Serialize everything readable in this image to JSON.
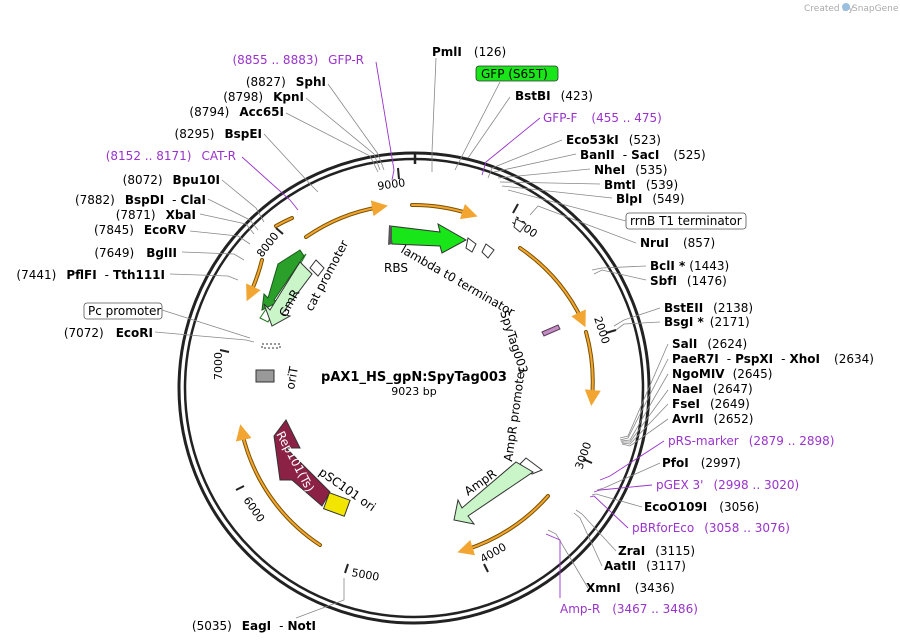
{
  "credit": "Created by",
  "brand": "SnapGene",
  "plasmid": {
    "name": "pAX1_HS_gpN:SpyTag003",
    "size": "9023 bp"
  },
  "ticks": [
    "1000",
    "2000",
    "3000",
    "4000",
    "5000",
    "6000",
    "7000",
    "8000",
    "9000"
  ],
  "features": {
    "gfp_box": "GFP (S65T)",
    "rrnb": "rrnB T1 terminator",
    "pc_promoter": "Pc promoter",
    "rbs": "RBS",
    "lambda": "lambda t0 terminator",
    "spytag": "SpyTag003",
    "ampr_promoter": "AmpR promoter",
    "ampr": "AmpR",
    "psc101": "pSC101 ori",
    "rep101": "Rep101(Ts)",
    "orit": "oriT",
    "gmr": "GmR",
    "cat": "cat promoter"
  },
  "sites": {
    "pmli": {
      "name": "PmlI",
      "pos": "(126)"
    },
    "bstbi": {
      "name": "BstBI",
      "pos": "(423)"
    },
    "eco53ki": {
      "name": "Eco53kI",
      "pos": "(523)"
    },
    "banii": {
      "name": "BanII",
      "sep": "-",
      "name2": "SacI",
      "pos": "(525)"
    },
    "nhei": {
      "name": "NheI",
      "pos": "(535)"
    },
    "bmti": {
      "name": "BmtI",
      "pos": "(539)"
    },
    "blpi": {
      "name": "BlpI",
      "pos": "(549)"
    },
    "nrui": {
      "name": "NruI",
      "pos": "(857)"
    },
    "bcli": {
      "name": "BclI *",
      "pos": "(1443)"
    },
    "sbfi": {
      "name": "SbfI",
      "pos": "(1476)"
    },
    "bsteii": {
      "name": "BstEII",
      "pos": "(2138)"
    },
    "bsgi": {
      "name": "BsgI *",
      "pos": "(2171)"
    },
    "sali": {
      "name": "SalI",
      "pos": "(2624)"
    },
    "paer7i": {
      "name": "PaeR7I",
      "sep": "-",
      "name2": "PspXI",
      "sep2": "-",
      "name3": "XhoI",
      "pos": "(2634)"
    },
    "ngomiv": {
      "name": "NgoMIV",
      "pos": "(2645)"
    },
    "naei": {
      "name": "NaeI",
      "pos": "(2647)"
    },
    "fsei": {
      "name": "FseI",
      "pos": "(2649)"
    },
    "avrii": {
      "name": "AvrII",
      "pos": "(2652)"
    },
    "pfoi": {
      "name": "PfoI",
      "pos": "(2997)"
    },
    "eco0109i": {
      "name": "EcoO109I",
      "pos": "(3056)"
    },
    "zrai": {
      "name": "ZraI",
      "pos": "(3115)"
    },
    "aatii": {
      "name": "AatII",
      "pos": "(3117)"
    },
    "xmni": {
      "name": "XmnI",
      "pos": "(3436)"
    },
    "eagi": {
      "name": "EagI",
      "sep": "-",
      "name2": "NotI",
      "pos": "(5035)"
    },
    "ecori": {
      "name": "EcoRI",
      "pos": "(7072)"
    },
    "pflfi": {
      "name": "PflFI",
      "sep": "-",
      "name2": "Tth111I",
      "pos": "(7441)"
    },
    "bglii": {
      "name": "BglII",
      "pos": "(7649)"
    },
    "ecorv": {
      "name": "EcoRV",
      "pos": "(7845)"
    },
    "xbai": {
      "name": "XbaI",
      "pos": "(7871)"
    },
    "bspdi": {
      "name": "BspDI",
      "sep": "-",
      "name2": "ClaI",
      "pos": "(7882)"
    },
    "bpu10i": {
      "name": "Bpu10I",
      "pos": "(8072)"
    },
    "bspei": {
      "name": "BspEI",
      "pos": "(8295)"
    },
    "acc65i": {
      "name": "Acc65I",
      "pos": "(8794)"
    },
    "kpni": {
      "name": "KpnI",
      "pos": "(8798)"
    },
    "sphi": {
      "name": "SphI",
      "pos": "(8827)"
    }
  },
  "primers": {
    "gfpr": {
      "name": "GFP-R",
      "pos": "(8855 .. 8883)"
    },
    "gfpf": {
      "name": "GFP-F",
      "pos": "(455 .. 475)"
    },
    "catr": {
      "name": "CAT-R",
      "pos": "(8152 .. 8171)"
    },
    "prs": {
      "name": "pRS-marker",
      "pos": "(2879 .. 2898)"
    },
    "pgex": {
      "name": "pGEX 3'",
      "pos": "(2998 .. 3020)"
    },
    "pbr": {
      "name": "pBRforEco",
      "pos": "(3058 .. 3076)"
    },
    "ampr": {
      "name": "Amp-R",
      "pos": "(3467 .. 3486)"
    }
  }
}
